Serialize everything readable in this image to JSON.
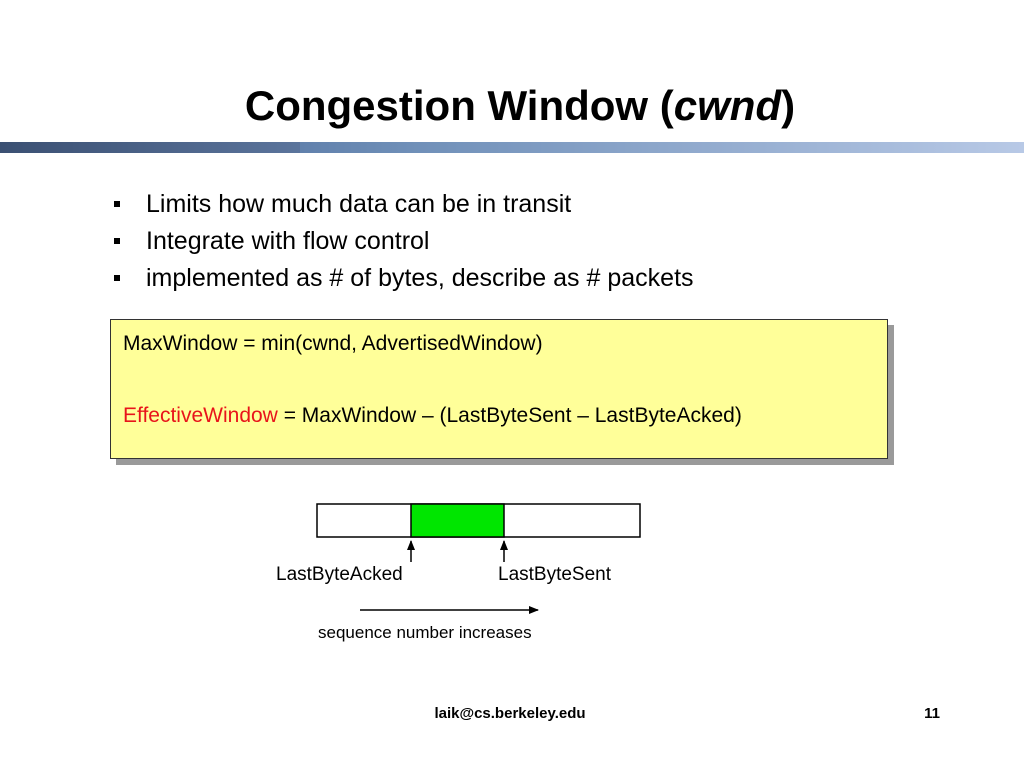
{
  "slide": {
    "title_main": "Congestion Window (",
    "title_italic": "cwnd",
    "title_close": ")",
    "bullets": [
      "Limits how much data can be in transit",
      "Integrate with flow control",
      "implemented as # of bytes, describe as # packets"
    ],
    "formula": {
      "line1": "MaxWindow = min(cwnd, AdvertisedWindow)",
      "line2_highlight": "EffectiveWindow",
      "line2_rest": " = MaxWindow – (LastByteSent – LastByteAcked)",
      "highlight_color": "#e8141b",
      "box_color": "#ffff99"
    },
    "diagram": {
      "in_flight_color": "#00e600",
      "label_left": "LastByteAcked",
      "label_right": "LastByteSent",
      "sequence_label": "sequence number increases"
    },
    "footer": {
      "email": "laik@cs.berkeley.edu",
      "page_number": "11"
    }
  }
}
